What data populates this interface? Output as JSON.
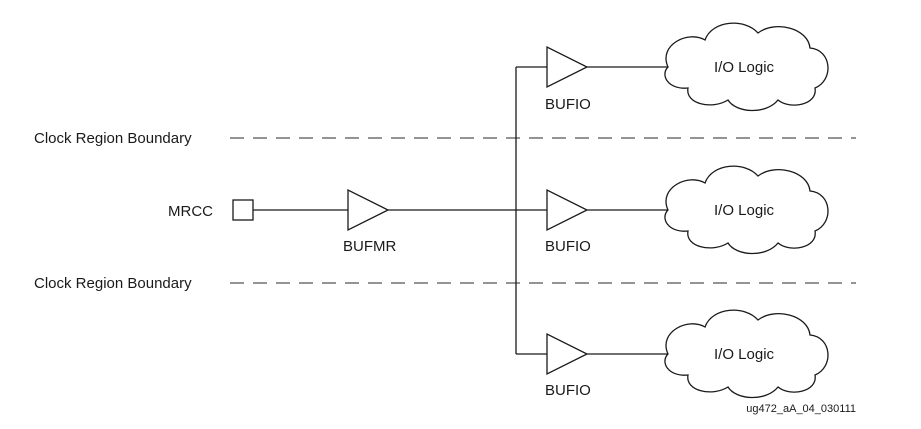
{
  "diagram": {
    "boundary_label_1": "Clock Region Boundary",
    "boundary_label_2": "Clock Region Boundary",
    "mrcc_label": "MRCC",
    "bufmr_label": "BUFMR",
    "bufio_labels": [
      "BUFIO",
      "BUFIO",
      "BUFIO"
    ],
    "io_logic_labels": [
      "I/O Logic",
      "I/O Logic",
      "I/O Logic"
    ],
    "figure_id": "ug472_aA_04_030111"
  },
  "colors": {
    "line": "#1a1a1a",
    "dashed_boundary": "#555555",
    "background": "#ffffff"
  }
}
